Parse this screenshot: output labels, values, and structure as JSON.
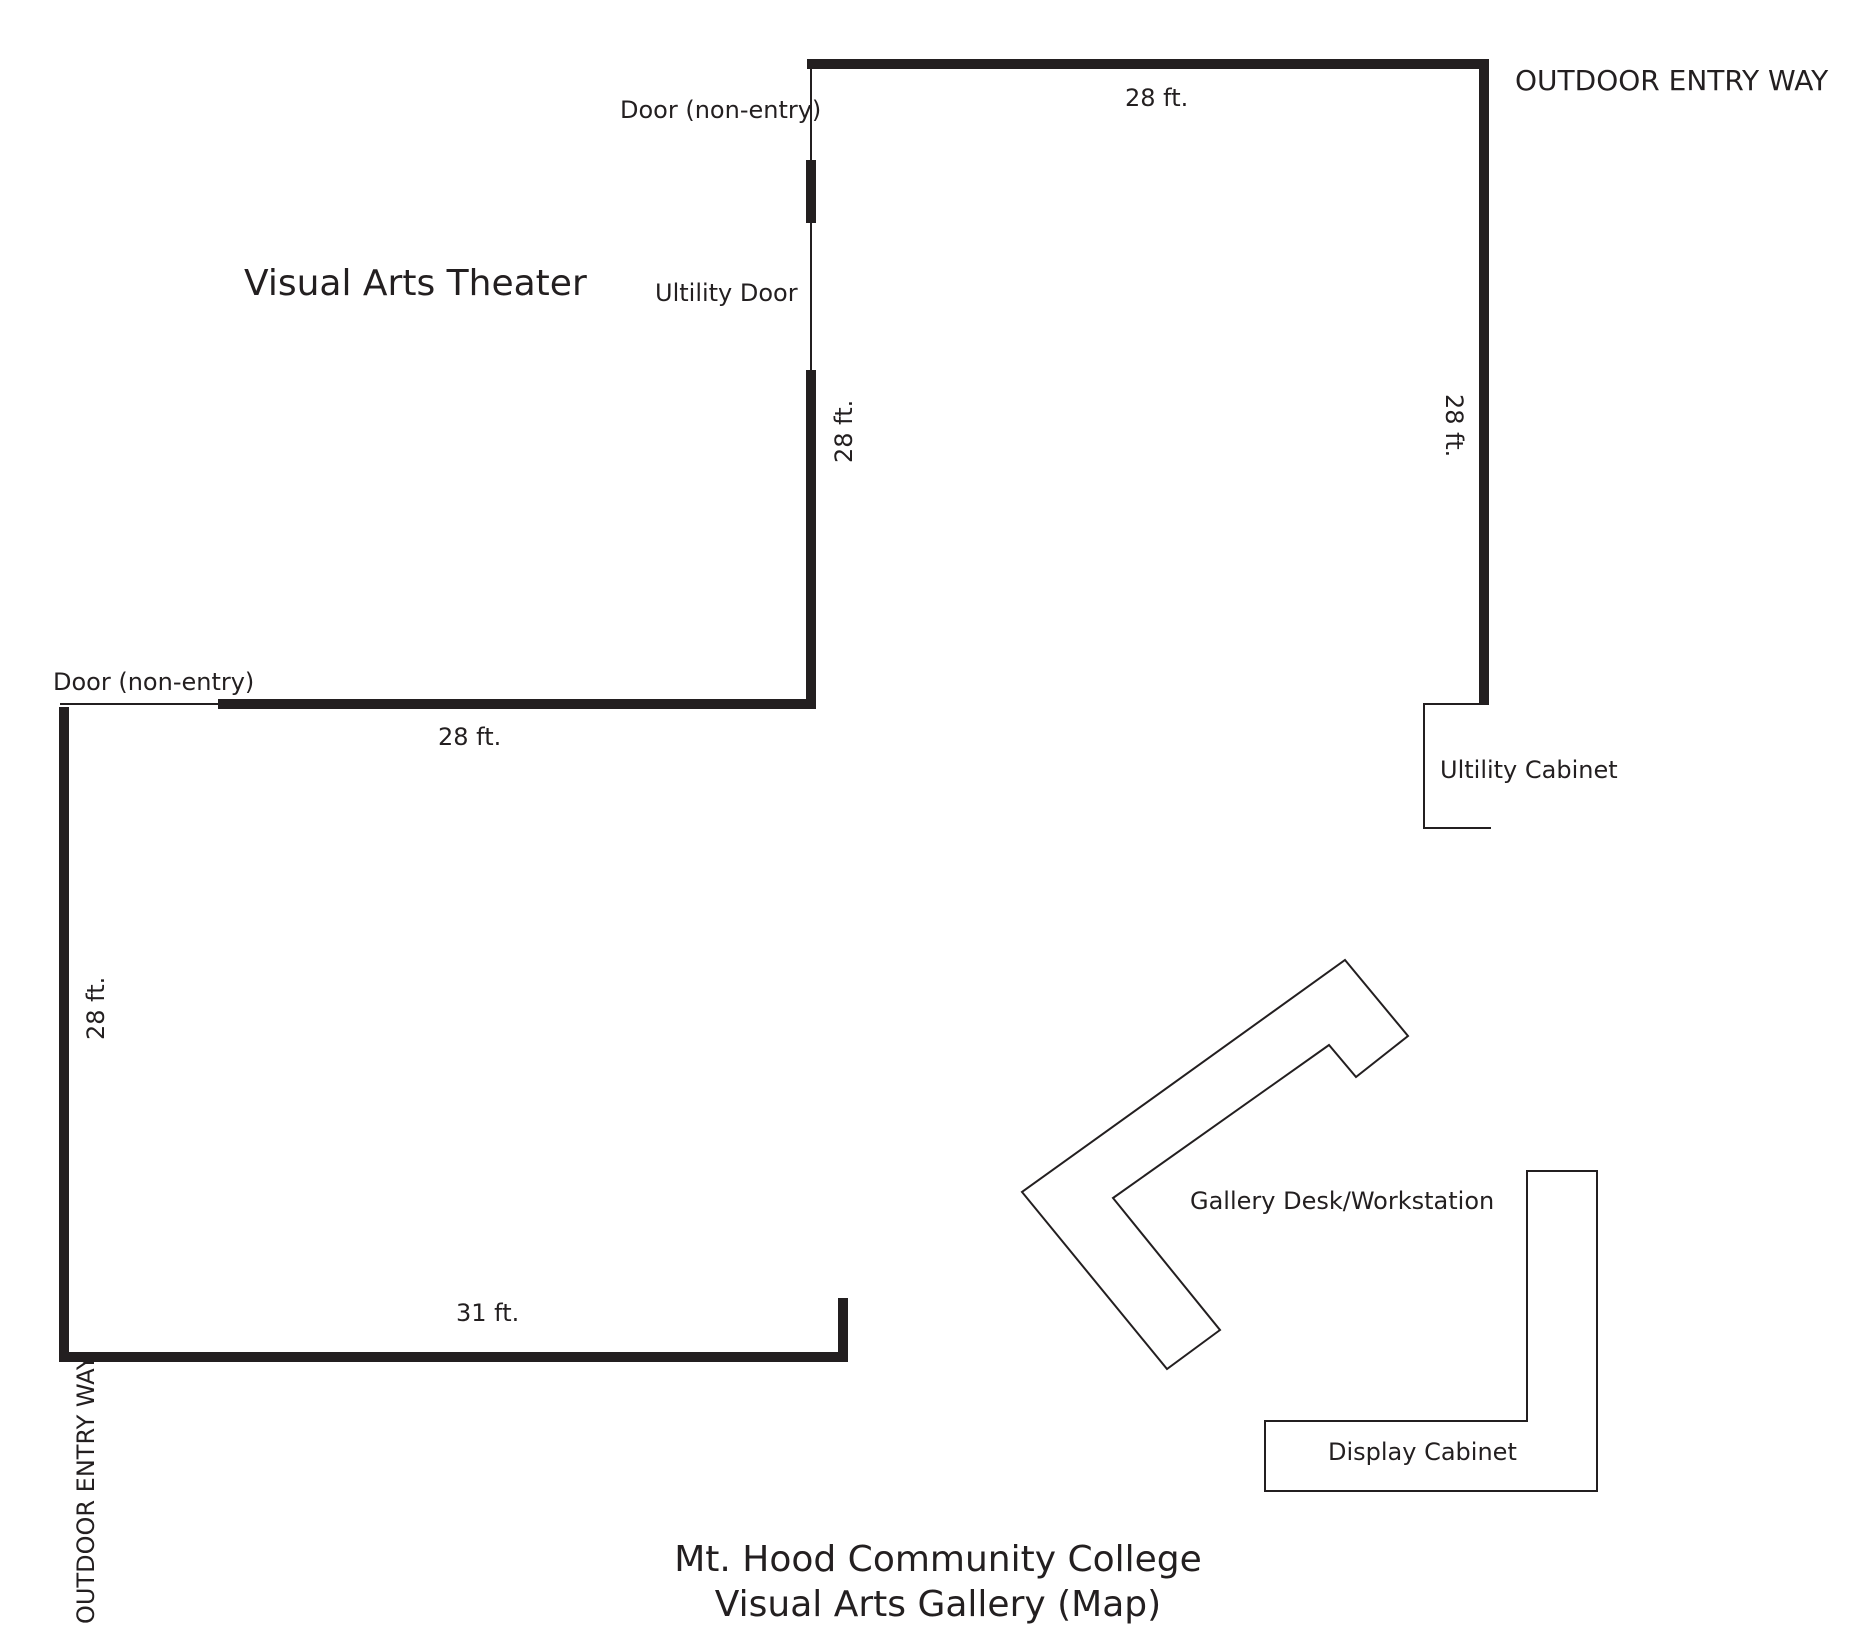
{
  "map": {
    "labels": {
      "door_top": "Door (non-entry)",
      "door_left": "Door (non-entry)",
      "utility_door": "Ultility Door",
      "theater": "Visual Arts Theater",
      "outdoor_top": "OUTDOOR ENTRY WAY",
      "outdoor_bottom": "OUTDOOR ENTRY WAY",
      "utility_cabinet": "Ultility Cabinet",
      "gallery_desk": "Gallery Desk/Workstation",
      "display_cabinet": "Display Cabinet"
    },
    "dimensions": {
      "top_wall": "28 ft.",
      "inner_vertical": "28 ft.",
      "right_wall": "28 ft.",
      "middle_wall": "28 ft.",
      "left_wall": "28 ft.",
      "bottom_wall": "31 ft."
    },
    "title": {
      "line1": "Mt. Hood Community College",
      "line2": "Visual Arts Gallery (Map)"
    }
  }
}
